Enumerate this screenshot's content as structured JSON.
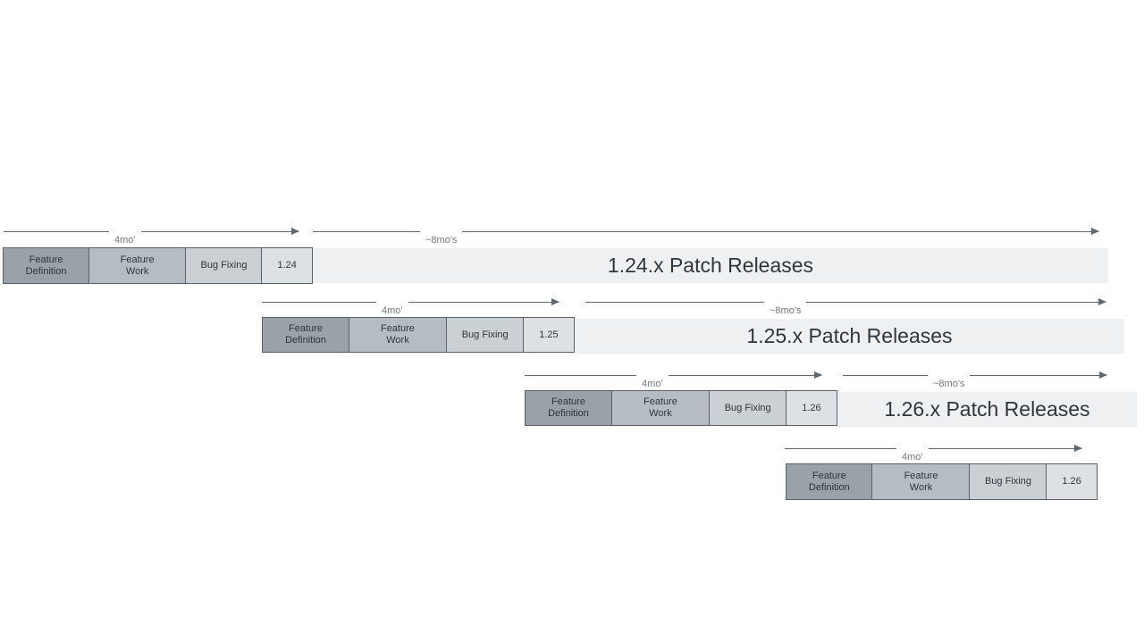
{
  "colors": {
    "canvas_bg": "#ffffff",
    "feature_definition_fill": "#99a1a9",
    "feature_work_fill": "#b5bcc3",
    "bug_fixing_fill": "#cbd0d5",
    "version_fill": "#dee1e4",
    "patch_bar_fill": "#eff0f2",
    "box_border": "#5b6167",
    "box_text": "#2f353a",
    "arrow_line": "#5f6a72",
    "arrow_label_text": "#70787f",
    "patch_text": "#2f363c"
  },
  "durations": {
    "feature_cycle": "4mo'",
    "patch_support": "~8mo's"
  },
  "phases": {
    "feature_definition": "Feature Definition",
    "feature_work": "Feature Work",
    "bug_fixing": "Bug Fixing"
  },
  "releases": [
    {
      "version": "1.24",
      "patch_releases_label": "1.24.x Patch Releases"
    },
    {
      "version": "1.25",
      "patch_releases_label": "1.25.x Patch Releases"
    },
    {
      "version": "1.26",
      "patch_releases_label": "1.26.x Patch Releases"
    },
    {
      "version": "1.26"
    }
  ]
}
